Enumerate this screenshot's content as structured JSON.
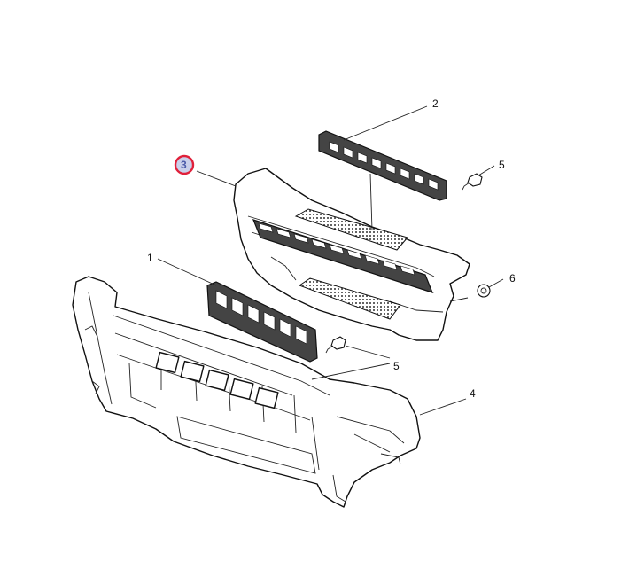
{
  "callouts": {
    "c1": "1",
    "c2": "2",
    "c3": "3",
    "c4": "4",
    "c5a": "5",
    "c5b": "5",
    "c6": "6"
  },
  "highlight": {
    "label": "3",
    "ring_color": "#e0203a",
    "fill_color": "#c9d0ea",
    "text_color": "#4a5aa8"
  }
}
